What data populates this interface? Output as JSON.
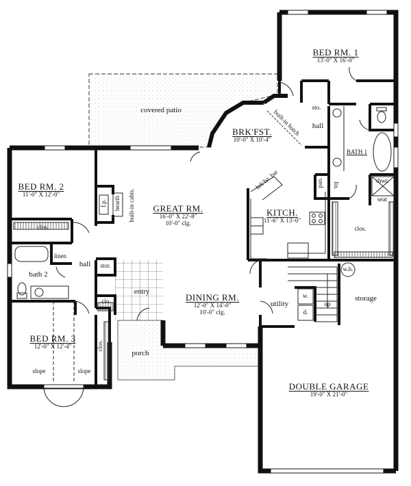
{
  "plan": {
    "colors": {
      "wall": "#111111",
      "fill": "#ffffff",
      "stipple": "#bdbdbd"
    },
    "rooms": {
      "bed1": {
        "name": "BED RM. 1",
        "dims": "13'-0\" X 16'-0\""
      },
      "bed2": {
        "name": "BED RM. 2",
        "dims": "11'-0\" X 12'-0\""
      },
      "bed3": {
        "name": "BED RM. 3",
        "dims": "12'-0\" X 12'-4\""
      },
      "great": {
        "name": "GREAT RM.",
        "dims": "16'-0\" X 22'-8\"",
        "ceiling": "10'-0\" clg."
      },
      "dining": {
        "name": "DINING RM.",
        "dims": "12'-0\" X 14'-0\"",
        "ceiling": "10'-0\" clg."
      },
      "brkfst": {
        "name": "BRK'FST.",
        "dims": "10'-0\" X 10'-4\""
      },
      "kitch": {
        "name": "KITCH.",
        "dims": "11'-6\" X 13'-0\""
      },
      "garage": {
        "name": "DOUBLE GARAGE",
        "dims": "19'-0\" X 21'-0\""
      },
      "bath1": {
        "name": "BATH 1"
      },
      "bath2": {
        "name": "bath 2"
      }
    },
    "labels": {
      "covered_patio": "covered patio",
      "porch": "porch",
      "entry": "entry",
      "hall_left": "hall",
      "hall_right": "hall",
      "utility": "utility",
      "storage": "storage",
      "closet_bed2": "clos.",
      "closet_master": "clos.",
      "closet_bed3": "clos.",
      "closet_entry": "clo.",
      "linen": "linen",
      "storage_small": "stor.",
      "sto": "sto.",
      "pantry": "pan.",
      "lin": "lin.",
      "shower": "shwr.",
      "seat": "seat",
      "water_heater": "w.h.",
      "washer": "w.",
      "dryer": "d.",
      "stairs_up": "up",
      "fireplace": "f.p.",
      "hearth": "hearth",
      "built_in_cabts": "built-in cabts.",
      "built_in_hutch": "built-in hutch",
      "brkfst_bar": "brk'fst. bar",
      "slope_left": "slope",
      "slope_right": "slope"
    }
  }
}
